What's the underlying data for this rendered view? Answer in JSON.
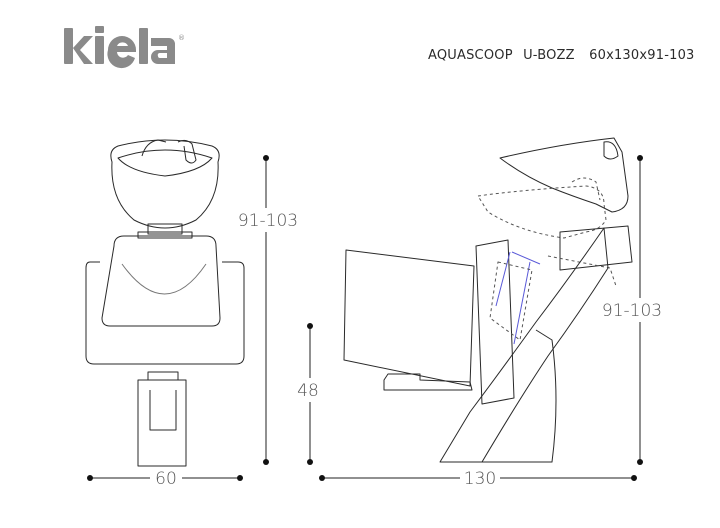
{
  "brand": {
    "name": "kiela",
    "registered": "®",
    "color": "#8a8a8a"
  },
  "product": {
    "name": "AQUASCOOP",
    "model": "U-BOZZ",
    "dimensions": "60x130x91-103"
  },
  "front_view": {
    "height_label": "91-103",
    "width_label": "60"
  },
  "side_view": {
    "height_label": "91-103",
    "seat_height_label": "48",
    "depth_label": "130"
  },
  "colors": {
    "line": "#2a2a2a",
    "dashed": "#555555",
    "accent_blue": "#5a5ad8",
    "dimension": "#222222"
  }
}
